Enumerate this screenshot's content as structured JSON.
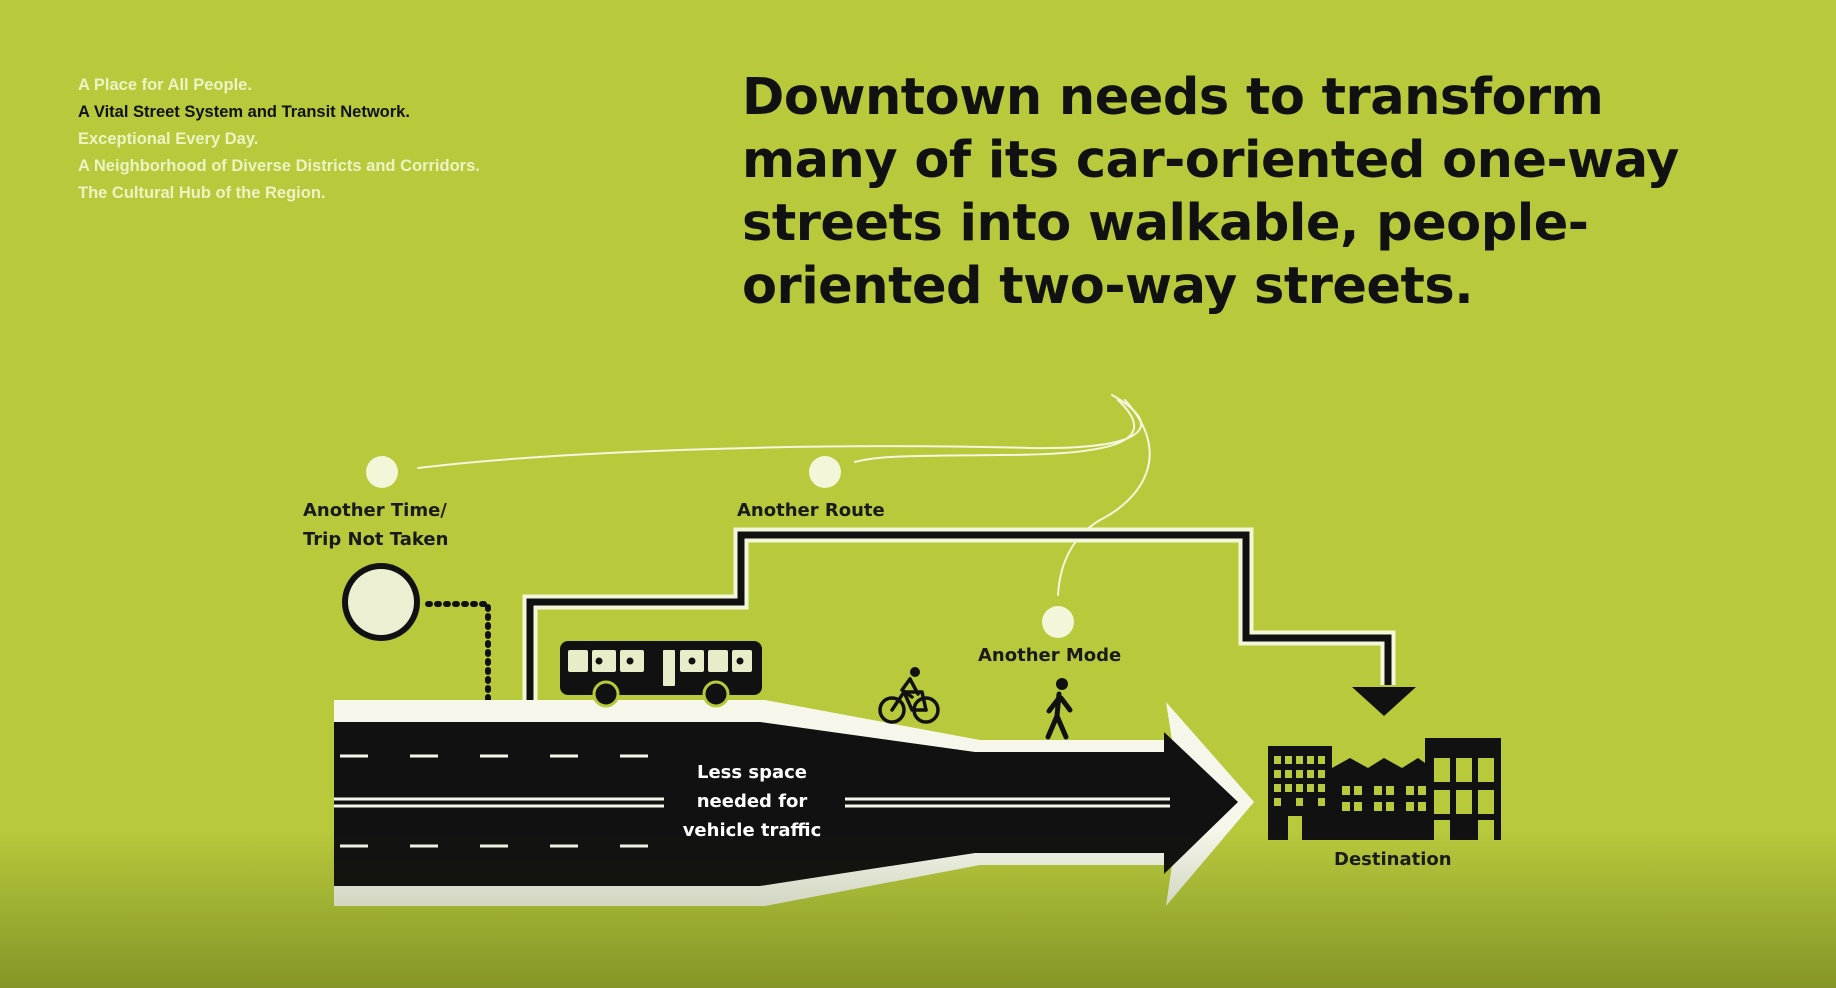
{
  "nav": {
    "items": [
      {
        "label": "A Place for All People.",
        "active": false
      },
      {
        "label": "A Vital Street System and Transit Network.",
        "active": true
      },
      {
        "label": "Exceptional Every Day.",
        "active": false
      },
      {
        "label": "A Neighborhood of Diverse Districts and Corridors.",
        "active": false
      },
      {
        "label": "The Cultural Hub of the Region.",
        "active": false
      }
    ]
  },
  "headline": {
    "lines": [
      "Downtown needs to transform",
      "many of its car-oriented one-way",
      "streets into walkable, people-",
      "oriented two-way streets."
    ]
  },
  "diagram": {
    "another_time_line1": "Another Time/",
    "another_time_line2": "Trip Not Taken",
    "another_route": "Another Route",
    "another_mode": "Another Mode",
    "destination": "Destination",
    "road_line1": "Less space",
    "road_line2": "needed for",
    "road_line3": "vehicle traffic"
  },
  "colors": {
    "background": "#b8c93c",
    "ink": "#111111",
    "white": "#ffffff"
  },
  "icons": [
    "sun-icon",
    "bus-icon",
    "bicycle-icon",
    "pedestrian-icon",
    "buildings-icon",
    "arrow-down-icon"
  ]
}
